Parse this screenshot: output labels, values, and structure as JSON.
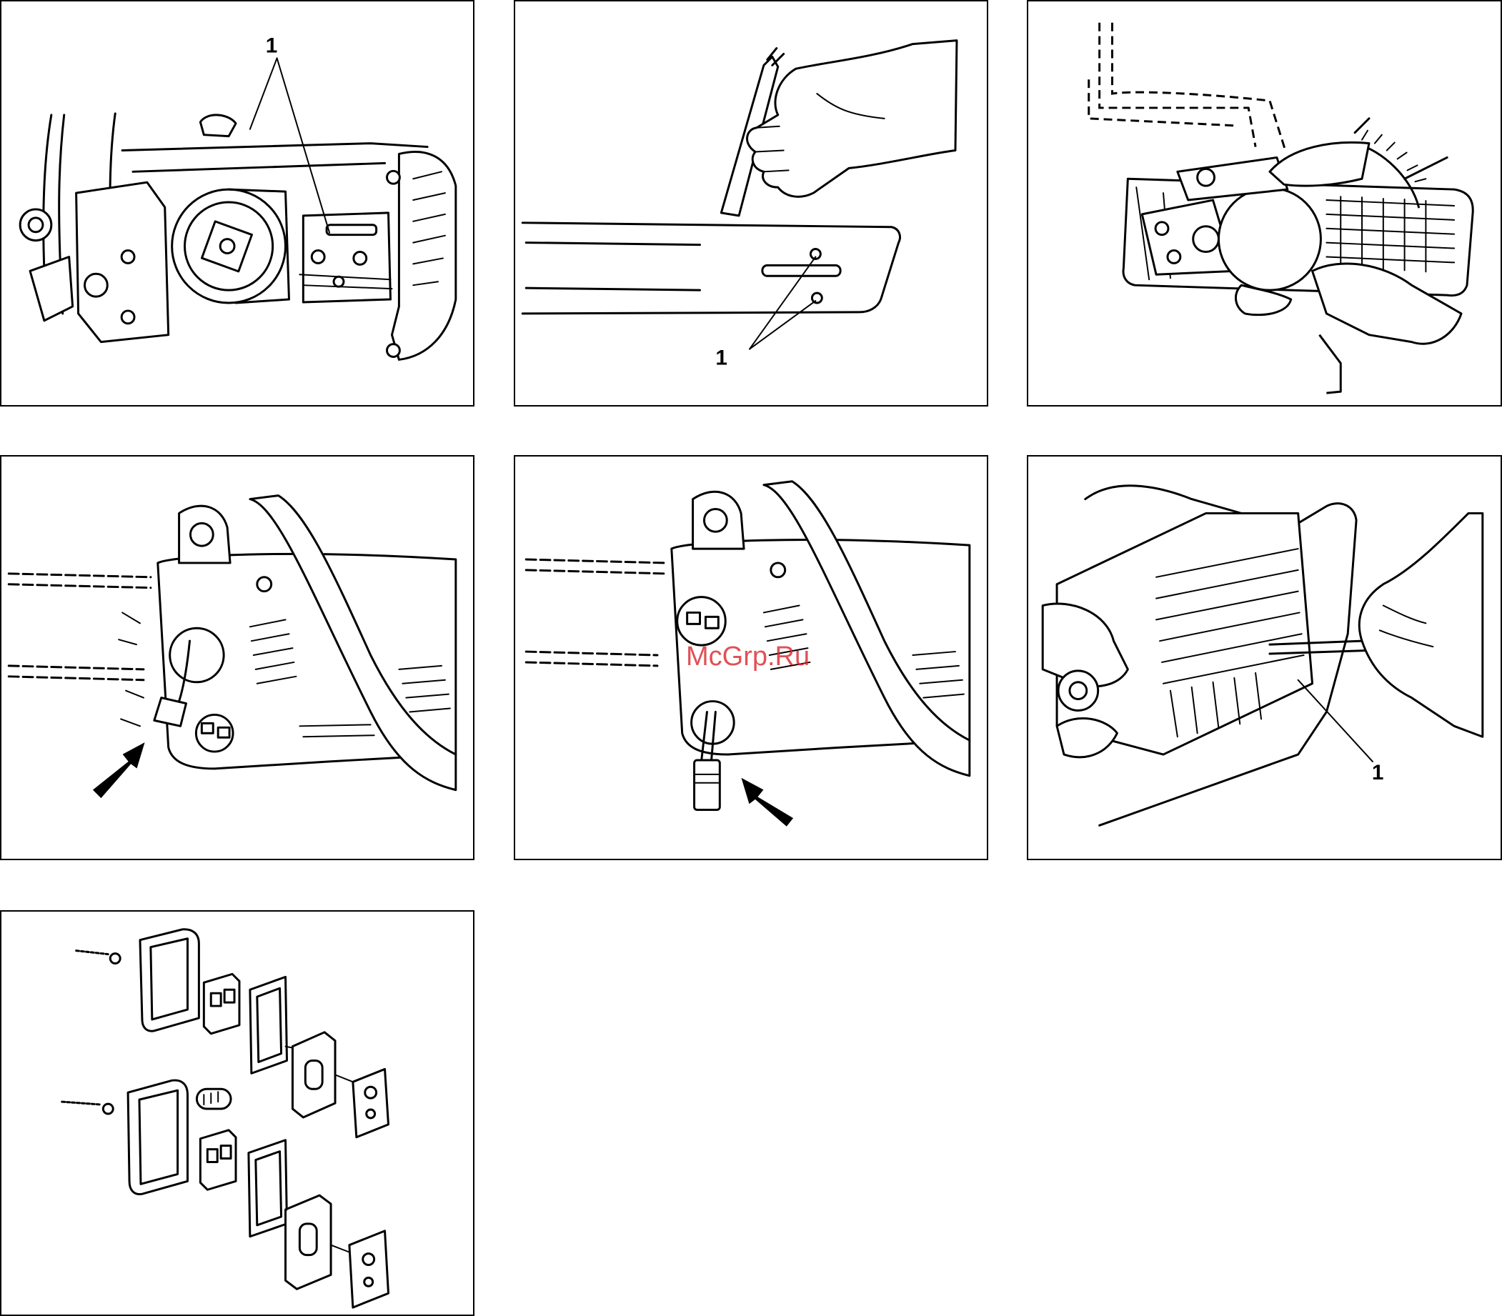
{
  "panels": [
    {
      "callout": "1"
    },
    {
      "callout": "1"
    },
    {},
    {},
    {},
    {
      "callout": "1"
    },
    {}
  ],
  "watermark": "McGrp.Ru",
  "colors": {
    "line": "#000000",
    "background": "#ffffff",
    "watermark": "#d9262c"
  }
}
